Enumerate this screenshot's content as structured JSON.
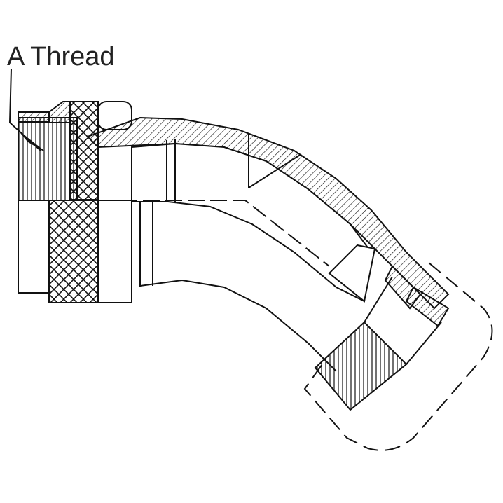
{
  "diagram": {
    "callout_label": "A Thread",
    "colors": {
      "line": "#111111",
      "background": "#ffffff"
    },
    "parts": [
      "coupling-nut-knurled",
      "thread-section",
      "elbow-body-45",
      "cable-clamp-dashed",
      "strain-relief-ring"
    ]
  }
}
